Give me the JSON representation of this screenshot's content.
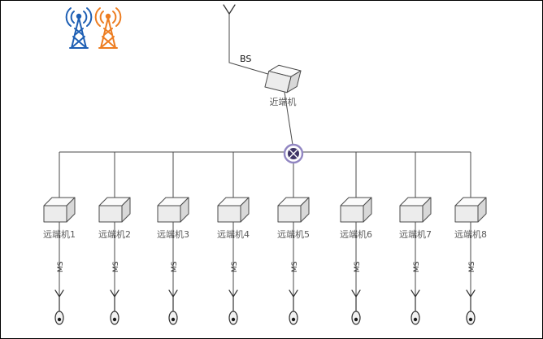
{
  "diagram": {
    "bs_label": "BS",
    "near_unit_label": "近端机",
    "ms_label": "MS",
    "remote_units": [
      {
        "label": "远端机1"
      },
      {
        "label": "远端机2"
      },
      {
        "label": "远端机3"
      },
      {
        "label": "远端机4"
      },
      {
        "label": "远端机5"
      },
      {
        "label": "远端机6"
      },
      {
        "label": "远端机7"
      },
      {
        "label": "远端机8"
      }
    ],
    "icons": {
      "tower_blue": "radio-tower",
      "tower_orange": "radio-tower",
      "bs_antenna": "antenna",
      "splitter": "power-splitter",
      "ms_antenna": "whip-antenna"
    },
    "colors": {
      "tower_blue": "#1e5fb4",
      "tower_orange": "#ed7d21",
      "splitter_ring": "#9186c2",
      "splitter_core": "#3f3566",
      "line": "#4a4a4a",
      "label_text": "#5a5a5a"
    }
  }
}
